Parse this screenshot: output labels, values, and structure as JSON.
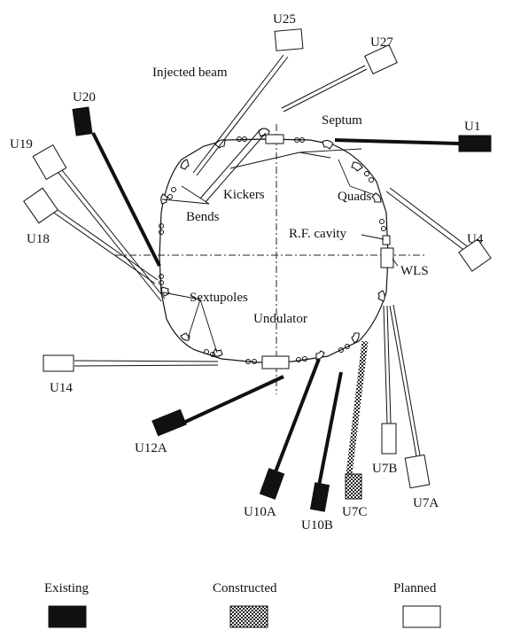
{
  "components": {
    "injected_beam": "Injected beam",
    "septum": "Septum",
    "kickers": "Kickers",
    "bends": "Bends",
    "quads": "Quads",
    "rf_cavity": "R.F. cavity",
    "wls": "WLS",
    "sextupoles": "Sextupoles",
    "undulator": "Undulator"
  },
  "beamlines": [
    {
      "label": "U25",
      "status": "planned"
    },
    {
      "label": "U27",
      "status": "planned"
    },
    {
      "label": "U20",
      "status": "existing"
    },
    {
      "label": "U1",
      "status": "existing"
    },
    {
      "label": "U19",
      "status": "planned"
    },
    {
      "label": "U18",
      "status": "planned"
    },
    {
      "label": "U4",
      "status": "planned"
    },
    {
      "label": "U14",
      "status": "planned"
    },
    {
      "label": "U12A",
      "status": "existing"
    },
    {
      "label": "U10A",
      "status": "existing"
    },
    {
      "label": "U10B",
      "status": "existing"
    },
    {
      "label": "U7C",
      "status": "constructed"
    },
    {
      "label": "U7B",
      "status": "planned"
    },
    {
      "label": "U7A",
      "status": "planned"
    }
  ],
  "legend": {
    "existing": "Existing",
    "constructed": "Constructed",
    "planned": "Planned"
  },
  "colors": {
    "line": "#111111",
    "existing_fill": "#111111",
    "planned_fill": "#ffffff"
  }
}
